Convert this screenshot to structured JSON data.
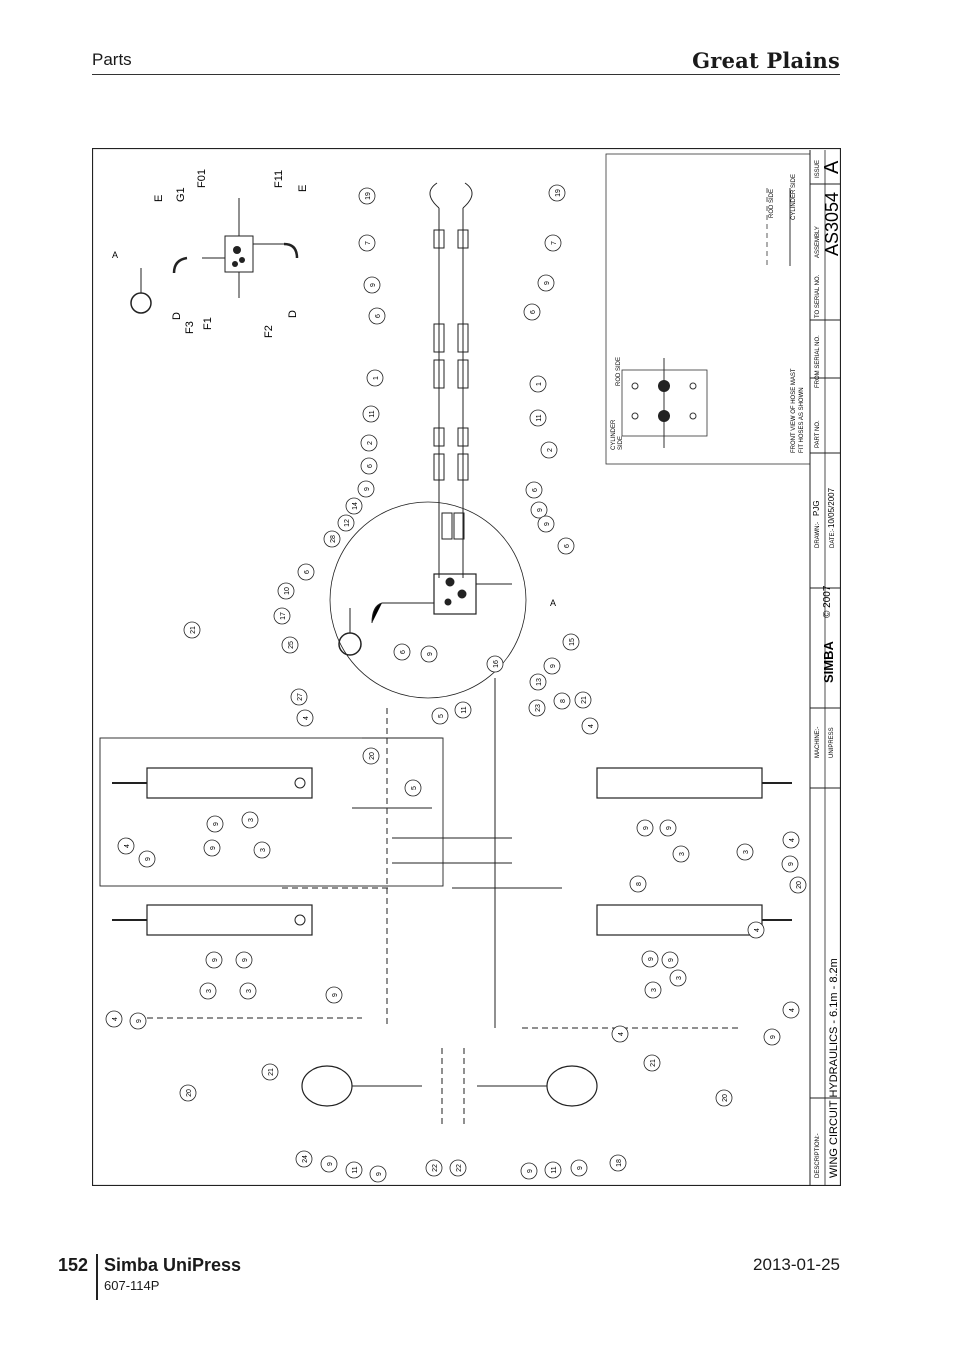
{
  "header": {
    "section": "Parts",
    "brand": "Great Plains"
  },
  "footer": {
    "page_number": "152",
    "manual_title": "Simba UniPress",
    "manual_code": "607-114P",
    "date": "2013-01-25"
  },
  "drawing": {
    "title_block": {
      "description_label": "DESCRIPTION:-",
      "description": "WING CIRCUIT HYDRAULICS - 6.1m - 8.2m",
      "machine_label": "MACHINE:-",
      "machine": "UNIPRESS",
      "logo": "SIMBA",
      "copyright": "© 2007",
      "drawn_label": "DRAWN:-",
      "drawn": "PJG",
      "date_label": "DATE:-",
      "date": "10/05/2007",
      "part_no_label": "PART NO.",
      "from_serial_label": "FROM SERIAL NO.",
      "to_serial_label": "TO SERIAL NO.",
      "assembly_label": "ASSEMBLY",
      "assembly": "AS3054",
      "issue_label": "ISSUE",
      "issue": "A"
    },
    "legend": {
      "rod_side": "ROD SIDE",
      "cylinder_side": "CYLINDER SIDE",
      "front_view_note_1": "FRONT VIEW OF HOSE MAST",
      "front_view_note_2": "FIT HOSES AS SHOWN",
      "mast_cylinder_side_1": "CYLINDER",
      "mast_cylinder_side_2": "SIDE",
      "mast_rod_side": "ROD SIDE"
    },
    "detail_labels": {
      "detail_a": "A",
      "detail_a_ref": "A",
      "port_e_left": "E",
      "port_g1": "G1",
      "port_f01": "F01",
      "port_f11": "F11",
      "port_e_right": "E",
      "port_d_left": "D",
      "port_f3": "F3",
      "port_f1": "F1",
      "port_f2": "F2",
      "port_d_right": "D"
    },
    "callouts": {
      "hose_left": [
        "19",
        "7",
        "9",
        "6",
        "1",
        "11",
        "2",
        "6",
        "9",
        "14",
        "12",
        "28",
        "6",
        "10",
        "17",
        "25",
        "6",
        "9",
        "21",
        "27",
        "4",
        "20",
        "5"
      ],
      "hose_right": [
        "19",
        "7",
        "9",
        "6",
        "1",
        "11",
        "2",
        "6",
        "9",
        "9",
        "6",
        "15",
        "9",
        "16",
        "13",
        "23",
        "11",
        "5",
        "8",
        "21",
        "4",
        "8",
        "20"
      ],
      "cyl_top_left": [
        "4",
        "9",
        "9",
        "3",
        "9",
        "3"
      ],
      "cyl_top_right": [
        "9",
        "9",
        "3",
        "4",
        "3",
        "9"
      ],
      "cyl_bot_left": [
        "4",
        "9",
        "3",
        "9",
        "3",
        "9",
        "9"
      ],
      "cyl_bot_right": [
        "9",
        "9",
        "3",
        "4",
        "3",
        "9",
        "4"
      ],
      "bottom": [
        "20",
        "21",
        "24",
        "9",
        "11",
        "9",
        "22",
        "22",
        "9",
        "11",
        "9",
        "18",
        "4",
        "21",
        "20"
      ]
    }
  }
}
